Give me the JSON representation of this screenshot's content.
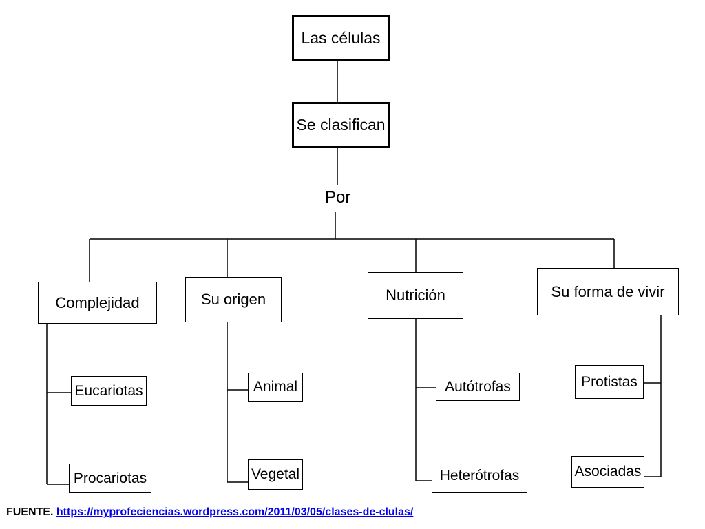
{
  "nodes": {
    "root": "Las células",
    "classify": "Se clasifican",
    "by": "Por",
    "complexity": "Complejidad",
    "eukaryotes": "Eucariotas",
    "prokaryotes": "Procariotas",
    "origin": "Su origen",
    "animal": "Animal",
    "vegetal": "Vegetal",
    "nutrition": "Nutrición",
    "autotrophs": "Autótrofas",
    "heterotrophs": "Heterótrofas",
    "lifestyle": "Su forma de vivir",
    "protists": "Protistas",
    "associated": "Asociadas"
  },
  "footer": {
    "label": "FUENTE.",
    "link": "https://myprofeciencias.wordpress.com/2011/03/05/clases-de-clulas/"
  }
}
